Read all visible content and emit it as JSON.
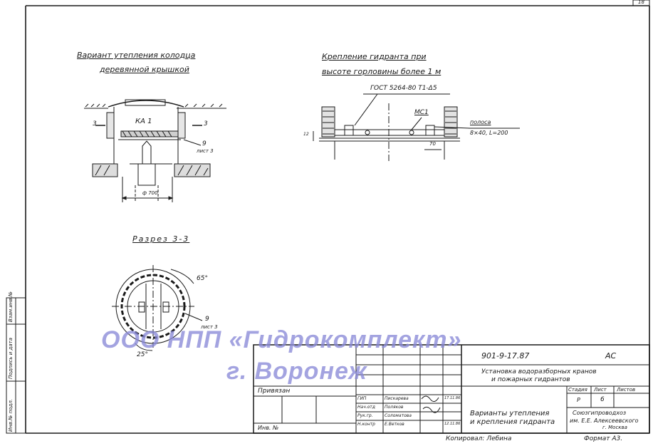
{
  "sheet": {
    "page_number": "18",
    "ink_color": "#1a1a1a",
    "watermark_color": "#8a8ad8"
  },
  "drawing1": {
    "title_line1": "Вариант утепления колодца",
    "title_line2": "деревянной крышкой",
    "label_ka": "КА 1",
    "label_3_left": "3",
    "label_3_right": "3",
    "label_9": "9",
    "label_list": "лист 3",
    "label_dim": "ф 700"
  },
  "drawing2": {
    "title_line1": "Крепление гидранта при",
    "title_line2": "высоте горловины более 1 м",
    "label_gost": "ГОСТ 5264-80 Т1-Δ5",
    "label_mc": "МС1",
    "label_polosa": "полоса",
    "label_size": "8×40, L=200",
    "label_70": "70",
    "label_12": "12"
  },
  "drawing3": {
    "title": "Разрез 3-3",
    "label_65": "65°",
    "label_25": "25°",
    "label_9": "9",
    "label_list": "лист 3"
  },
  "watermark": {
    "line1": "ООО НПП «Гидрокомплект»",
    "line2": "г. Воронеж"
  },
  "title_block": {
    "code": "901-9-17.87",
    "album": "АС",
    "project_line1": "Установка водоразборных кранов",
    "project_line2": "и пожарных гидрантов",
    "col_stage": "Стадия",
    "col_sheet": "Лист",
    "col_sheets": "Листов",
    "val_stage": "Р",
    "val_sheet": "6",
    "val_sheets": "",
    "sheet_title_line1": "Варианты утепления",
    "sheet_title_line2": "и крепления гидранта",
    "org_line1": "Союзгипроводхоз",
    "org_line2": "им. Е.Е. Алексеевского",
    "org_line3": "г. Москва",
    "privyazan": "Привязан",
    "inv_no": "Инв. №",
    "roles": [
      "ГИП",
      "Нач.отд",
      "Рук.гр.",
      "Н.контр"
    ],
    "names": [
      "Пискарева",
      "Поляков",
      "Соломатова",
      "Е.Ветков"
    ],
    "dates": [
      "17.11.86",
      "",
      "",
      "12.11.86"
    ],
    "copied": "Копировал: Лебина",
    "format": "Формат А3."
  },
  "side_stamp": {
    "inv_orig": "Инв.№ подл.",
    "sign_date": "Подпись и дата",
    "vzam_inv": "Взам.инв.№"
  }
}
